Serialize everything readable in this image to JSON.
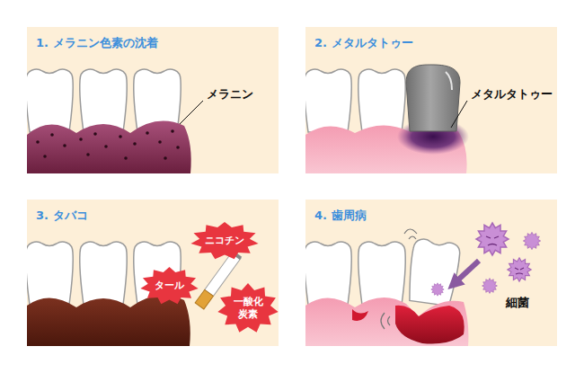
{
  "diagram": {
    "nodes": [
      {
        "text": [
          "1. メラニン色素の沈着"
        ]
      },
      {
        "text": [
          "2. メタルタトゥー"
        ]
      },
      {
        "text": [
          "3. タバコ"
        ]
      },
      {
        "text": [
          "4. 歯周病"
        ]
      },
      {
        "text": [
          "ニコチン"
        ],
        "in": 2
      },
      {
        "text": [
          "タール"
        ],
        "in": 2
      },
      {
        "text": [
          "一酸化炭素"
        ],
        "in": 2
      }
    ],
    "labels": [
      "メラニン",
      "メタルタトゥー",
      "細菌"
    ]
  }
}
